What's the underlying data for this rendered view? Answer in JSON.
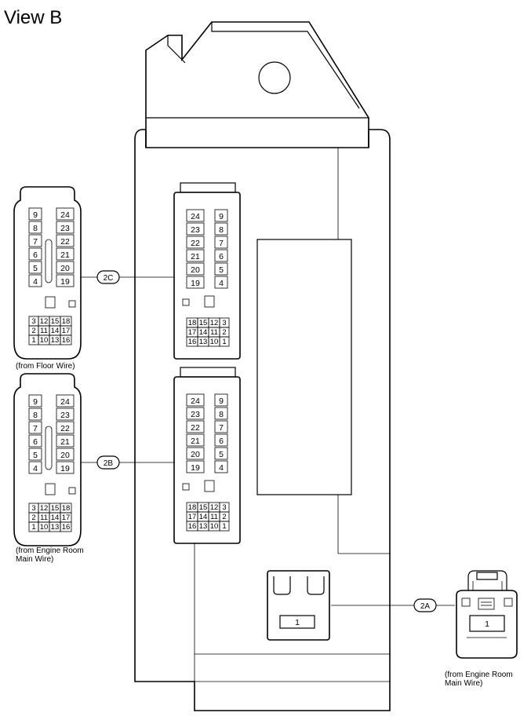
{
  "title": "View B",
  "connectors": [
    {
      "id": "2C",
      "tag": "2C",
      "caption_lines": [
        "(from Floor Wire)"
      ],
      "left_col": [
        "9",
        "8",
        "7",
        "6",
        "5",
        "4"
      ],
      "right_col": [
        "24",
        "23",
        "22",
        "21",
        "20",
        "19"
      ],
      "block_rows": [
        [
          "3",
          "12",
          "15",
          "18"
        ],
        [
          "2",
          "11",
          "14",
          "17"
        ],
        [
          "1",
          "10",
          "13",
          "16"
        ]
      ],
      "socket_left_col": [
        "24",
        "23",
        "22",
        "21",
        "20",
        "19"
      ],
      "socket_right_col": [
        "9",
        "8",
        "7",
        "6",
        "5",
        "4"
      ],
      "socket_block_rows": [
        [
          "18",
          "15",
          "12",
          "3"
        ],
        [
          "17",
          "14",
          "11",
          "2"
        ],
        [
          "16",
          "13",
          "10",
          "1"
        ]
      ]
    },
    {
      "id": "2B",
      "tag": "2B",
      "caption_lines": [
        "(from Engine Room",
        "Main Wire)"
      ],
      "left_col": [
        "9",
        "8",
        "7",
        "6",
        "5",
        "4"
      ],
      "right_col": [
        "24",
        "23",
        "22",
        "21",
        "20",
        "19"
      ],
      "block_rows": [
        [
          "3",
          "12",
          "15",
          "18"
        ],
        [
          "2",
          "11",
          "14",
          "17"
        ],
        [
          "1",
          "10",
          "13",
          "16"
        ]
      ],
      "socket_left_col": [
        "24",
        "23",
        "22",
        "21",
        "20",
        "19"
      ],
      "socket_right_col": [
        "9",
        "8",
        "7",
        "6",
        "5",
        "4"
      ],
      "socket_block_rows": [
        [
          "18",
          "15",
          "12",
          "3"
        ],
        [
          "17",
          "14",
          "11",
          "2"
        ],
        [
          "16",
          "13",
          "10",
          "1"
        ]
      ]
    },
    {
      "id": "2A",
      "tag": "2A",
      "caption_lines": [
        "(from Engine Room",
        "Main Wire)"
      ],
      "pin": "1",
      "socket_pin": "1"
    }
  ]
}
